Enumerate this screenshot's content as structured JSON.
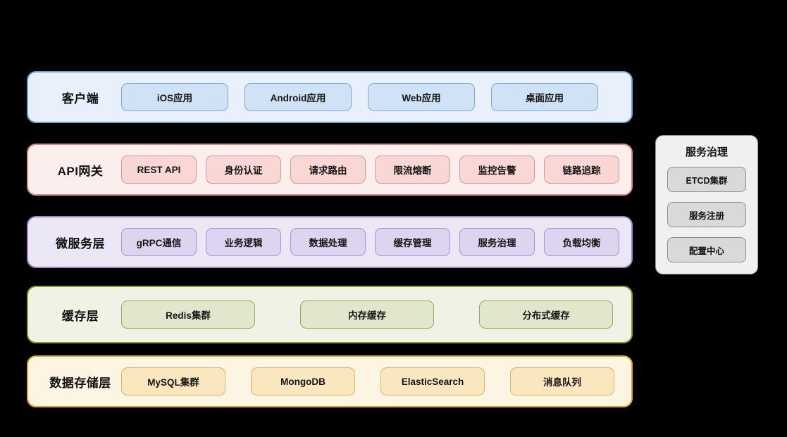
{
  "diagram": {
    "background_color": "#000000",
    "layers": [
      {
        "name": "client",
        "label": "客户端",
        "fill": "#e7f0fb",
        "border": "#6b9ed4",
        "items": [
          {
            "label": "iOS应用"
          },
          {
            "label": "Android应用"
          },
          {
            "label": "Web应用"
          },
          {
            "label": "桌面应用"
          }
        ]
      },
      {
        "name": "api-gateway",
        "label": "API网关",
        "fill": "#fdeeee",
        "border": "#d48b8b",
        "items": [
          {
            "label": "REST API"
          },
          {
            "label": "身份认证"
          },
          {
            "label": "请求路由"
          },
          {
            "label": "限流熔断"
          },
          {
            "label": "监控告警"
          },
          {
            "label": "链路追踪"
          }
        ]
      },
      {
        "name": "microservice",
        "label": "微服务层",
        "fill": "#ece7f6",
        "border": "#9b85c9",
        "items": [
          {
            "label": "gRPC通信"
          },
          {
            "label": "业务逻辑"
          },
          {
            "label": "数据处理"
          },
          {
            "label": "缓存管理"
          },
          {
            "label": "服务治理"
          },
          {
            "label": "负载均衡"
          }
        ]
      },
      {
        "name": "cache",
        "label": "缓存层",
        "fill": "#eff2e4",
        "border": "#8a9a26",
        "items": [
          {
            "label": "Redis集群"
          },
          {
            "label": "内存缓存"
          },
          {
            "label": "分布式缓存"
          }
        ]
      },
      {
        "name": "data-storage",
        "label": "数据存储层",
        "fill": "#fdf5e3",
        "border": "#d9a420",
        "items": [
          {
            "label": "MySQL集群"
          },
          {
            "label": "MongoDB"
          },
          {
            "label": "ElasticSearch"
          },
          {
            "label": "消息队列"
          }
        ]
      }
    ],
    "governance_panel": {
      "title": "服务治理",
      "fill": "#f0f0f0",
      "border": "#9a9a9a",
      "items": [
        {
          "label": "ETCD集群"
        },
        {
          "label": "服务注册"
        },
        {
          "label": "配置中心"
        }
      ]
    }
  }
}
